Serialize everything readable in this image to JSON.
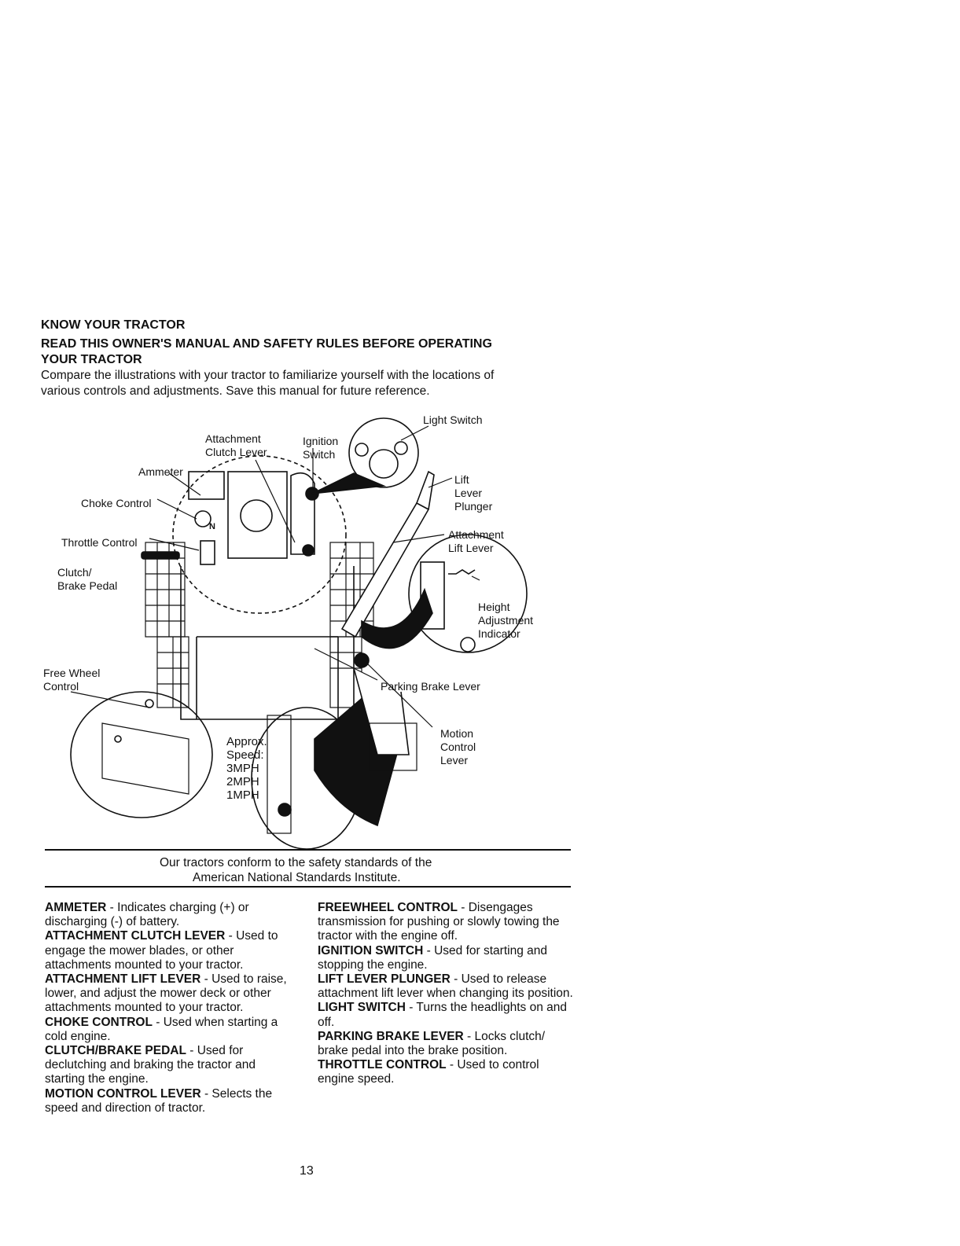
{
  "header": {
    "title": "KNOW YOUR TRACTOR",
    "subtitle_line1": "READ THIS OWNER'S MANUAL AND SAFETY RULES BEFORE OPERATING",
    "subtitle_line2": "YOUR TRACTOR"
  },
  "intro": {
    "line1": "Compare the illustrations with your tractor to familiarize yourself with the locations of",
    "line2": "various controls and adjustments. Save this manual for future reference."
  },
  "diagram_labels": {
    "light_switch": "Light Switch",
    "attachment_clutch_l1": "Attachment",
    "attachment_clutch_l2": "Clutch Lever",
    "ignition_l1": "Ignition",
    "ignition_l2": "Switch",
    "ammeter": "Ammeter",
    "choke": "Choke Control",
    "throttle": "Throttle Control",
    "clutch_l1": "Clutch/",
    "clutch_l2": "Brake Pedal",
    "lift_plunger_l1": "Lift",
    "lift_plunger_l2": "Lever",
    "lift_plunger_l3": "Plunger",
    "attach_lift_l1": "Attachment",
    "attach_lift_l2": "Lift Lever",
    "height_l1": "Height",
    "height_l2": "Adjustment",
    "height_l3": "Indicator",
    "free_wheel_l1": "Free Wheel",
    "free_wheel_l2": "Control",
    "parking": "Parking Brake Lever",
    "motion_l1": "Motion",
    "motion_l2": "Control",
    "motion_l3": "Lever",
    "approx": "Approx.",
    "speed": "Speed:",
    "mph3": "3MPH",
    "mph2": "2MPH",
    "mph1": "1MPH",
    "gauge_n": "N"
  },
  "conform": {
    "line1": "Our tractors conform to the safety standards of the",
    "line2": "American National Standards Institute."
  },
  "definitions_left": [
    {
      "term": "AMMETER",
      "text": " - Indicates charging (+) or discharging (-) of battery."
    },
    {
      "term": "ATTACHMENT CLUTCH LEVER",
      "text": " - Used to engage the mower blades, or other attachments mounted to your tractor."
    },
    {
      "term": "ATTACHMENT LIFT LEVER",
      "text": " - Used to raise, lower, and adjust the mower deck or other attachments mounted to your tractor."
    },
    {
      "term": "CHOKE CONTROL",
      "text": " - Used when starting a cold engine."
    },
    {
      "term": "CLUTCH/BRAKE PEDAL",
      "text": " - Used for declutching and braking the tractor and starting the engine."
    },
    {
      "term": "MOTION CONTROL LEVER",
      "text": " - Selects the speed and direction of tractor."
    }
  ],
  "definitions_right": [
    {
      "term": "FREEWHEEL CONTROL",
      "text": " - Disengages transmission for pushing or slowly towing the tractor with the engine off."
    },
    {
      "term": "IGNITION SWITCH",
      "text": " - Used for starting and stopping the engine."
    },
    {
      "term": "LIFT LEVER PLUNGER",
      "text": " - Used to release attachment lift lever when changing its position."
    },
    {
      "term": "LIGHT SWITCH",
      "text": " - Turns the headlights on and off."
    },
    {
      "term": "PARKING BRAKE LEVER",
      "text": " - Locks clutch/ brake pedal into the brake position."
    },
    {
      "term": "THROTTLE CONTROL",
      "text": " - Used to control engine speed."
    }
  ],
  "page_number": "13"
}
